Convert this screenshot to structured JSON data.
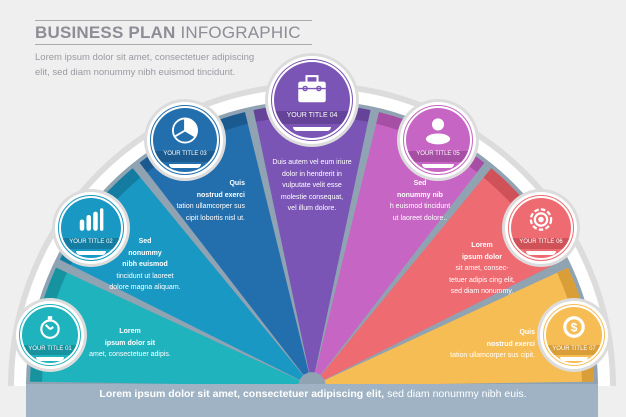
{
  "header": {
    "title_bold": "BUSINESS PLAN",
    "title_light": "INFOGRAPHIC",
    "subtitle_line1": "Lorem ipsum dolor sit amet, consectetuer adipiscing",
    "subtitle_line2": "elit, sed diam nonummy nibh euismod tincidunt."
  },
  "footer": {
    "bold": "Lorem ipsum dolor sit amet, consectetuer adipiscing elit,",
    "regular": " sed diam nonummy nibh euis."
  },
  "colors": {
    "background": "#efefef",
    "separator": "#8fa3b3",
    "footer_band": "#9fb3c4"
  },
  "segments": [
    {
      "title": "YOUR TITLE 01",
      "icon": "stopwatch-icon",
      "color": "#1fb3bd",
      "dark": "#1793a0",
      "lines": [
        {
          "t": "Lorem",
          "b": true
        },
        {
          "t": "ipsum dolor sit",
          "b": true
        },
        {
          "t": "amet, consectetuer adipis.",
          "b": false
        }
      ]
    },
    {
      "title": "YOUR TITLE 02",
      "icon": "bar-chart-icon",
      "color": "#1898c2",
      "dark": "#137ca0",
      "lines": [
        {
          "t": "Sed",
          "b": true
        },
        {
          "t": "nonummy",
          "b": true
        },
        {
          "t": "nibh euismod",
          "b": true
        },
        {
          "t": "tincidunt ut laoreet",
          "b": false
        },
        {
          "t": "dolore magna aliquam.",
          "b": false
        }
      ]
    },
    {
      "title": "YOUR TITLE 03",
      "icon": "pie-chart-icon",
      "color": "#236fae",
      "dark": "#1b5a8e",
      "lines": [
        {
          "t": "Quis",
          "b": true
        },
        {
          "t": "nostrud exerci",
          "b": true
        },
        {
          "t": "tation ullamcorper sus",
          "b": false
        },
        {
          "t": "cipit lobortis nisl ut.",
          "b": false
        }
      ]
    },
    {
      "title": "YOUR TITLE 04",
      "icon": "briefcase-icon",
      "color": "#7b55b6",
      "dark": "#654399",
      "lines": [
        {
          "t": "Duis autem vel eum iriure",
          "b": false
        },
        {
          "t": "dolor in hendrerit in",
          "b": false
        },
        {
          "t": "vulputate velit esse",
          "b": false
        },
        {
          "t": "molestie consequat,",
          "b": false
        },
        {
          "t": "vel illum dolore.",
          "b": false
        }
      ]
    },
    {
      "title": "YOUR TITLE 05",
      "icon": "user-icon",
      "color": "#c765c4",
      "dark": "#a64fa5",
      "lines": [
        {
          "t": "Sed",
          "b": true
        },
        {
          "t": "nonummy nib",
          "b": true
        },
        {
          "t": "h euismod tincidunt",
          "b": false
        },
        {
          "t": "ut laoreet dolore..",
          "b": false
        }
      ]
    },
    {
      "title": "YOUR TITLE 06",
      "icon": "target-icon",
      "color": "#ee6b72",
      "dark": "#cf5259",
      "lines": [
        {
          "t": "Lorem",
          "b": true
        },
        {
          "t": "ipsum dolor",
          "b": true
        },
        {
          "t": "sit amet, consec-",
          "b": false
        },
        {
          "t": "tetuer adipis cing elit,",
          "b": false
        },
        {
          "t": "sed diam nonummy.",
          "b": false
        }
      ]
    },
    {
      "title": "YOUR TITLE 07",
      "icon": "dollar-coin-icon",
      "color": "#f7bd55",
      "dark": "#d99e38",
      "lines": [
        {
          "t": "Quis",
          "b": true
        },
        {
          "t": "nostrud exerci",
          "b": true
        },
        {
          "t": "tation ullamcorper sus cipit.",
          "b": false
        }
      ]
    }
  ]
}
